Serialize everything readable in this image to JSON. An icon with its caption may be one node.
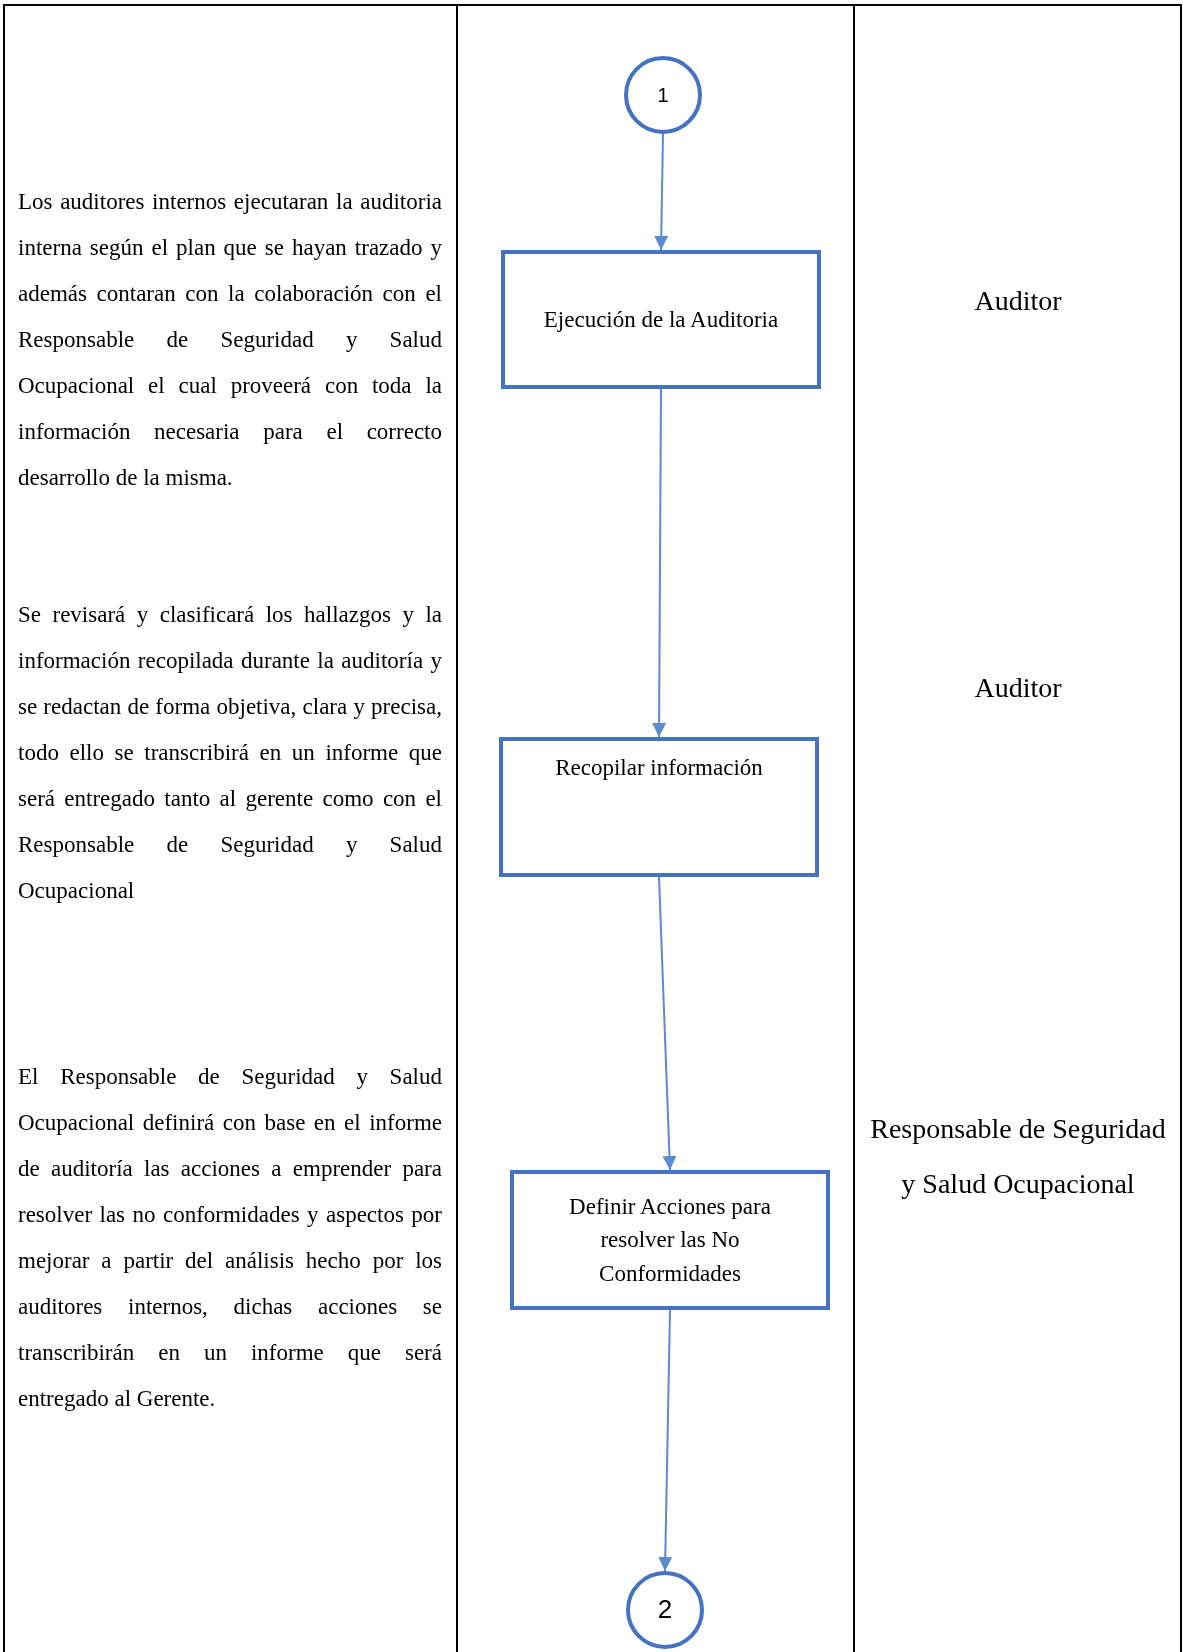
{
  "diagram": {
    "nodes": [
      {
        "text": [
          "1"
        ]
      },
      {
        "text": [
          "Ejecución de la Auditoria"
        ]
      },
      {
        "text": [
          "Recopilar información"
        ]
      },
      {
        "text": [
          "Definir Acciones para resolver las No Conformidades"
        ]
      },
      {
        "text": [
          "2"
        ]
      }
    ],
    "edges": [
      {
        "from": 0,
        "to": 1,
        "arrow": "to"
      },
      {
        "from": 1,
        "to": 2,
        "arrow": "to"
      },
      {
        "from": 2,
        "to": 3,
        "arrow": "to"
      },
      {
        "from": 3,
        "to": 4,
        "arrow": "to"
      }
    ],
    "labels": [
      "Los auditores internos ejecutaran la auditoria interna según el plan que se hayan trazado y además contaran con la colaboración con el Responsable de Seguridad y Salud Ocupacional el cual proveerá con toda la información necesaria para el correcto desarrollo de la misma.",
      "Auditor",
      "Se revisará y clasificará los hallazgos y la información recopilada durante la auditoría y se redactan de forma objetiva, clara y precisa, todo ello se transcribirá en un informe que será entregado tanto al gerente como con el Responsable de Seguridad y Salud Ocupacional",
      "Auditor",
      "El Responsable de Seguridad y Salud Ocupacional definirá con base en el informe de auditoría las acciones a emprender para resolver las no conformidades y aspectos por mejorar a partir del análisis hecho por los auditores internos, dichas acciones se transcribirán en un informe que será entregado al Gerente.",
      "Responsable de Seguridad y Salud Ocupacional"
    ]
  }
}
